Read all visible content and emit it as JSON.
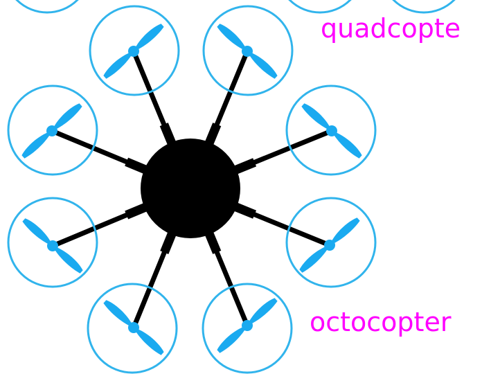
{
  "labels": {
    "quadcopter": "quadcopte",
    "octocopter": "octocopter"
  },
  "colors": {
    "rotor_ring": "#31b4ec",
    "propeller": "#1aaaf0",
    "frame": "#000000",
    "label": "#ff00ff",
    "background": "#ffffff"
  },
  "octocopter": {
    "arm_count": 8,
    "hub_icon": "filled-circle",
    "rotor_icon": "two-blade-propeller"
  }
}
